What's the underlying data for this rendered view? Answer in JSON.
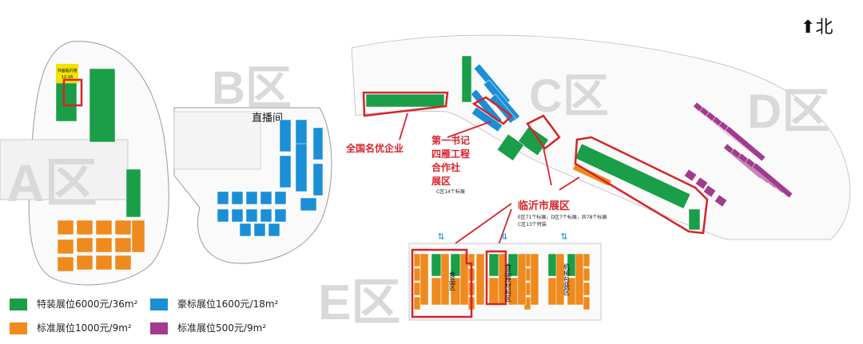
{
  "colors": {
    "special": "#1a9e48",
    "luxury": "#1b8fd6",
    "standard_orange": "#ee8a1e",
    "standard_purple": "#a23b8e",
    "highlight": "#d7232a",
    "zone_letter": "#d9d9d9",
    "yellow_tag": "#f3e400",
    "outline": "#9a9a9a"
  },
  "zones": {
    "a": "A区",
    "b": "B区",
    "c": "C区",
    "d": "D区",
    "e": "E区"
  },
  "north": {
    "label": "北",
    "icon": "north-arrow-icon"
  },
  "a_tag": {
    "line1": "书画临沂馆",
    "line2": "12-16"
  },
  "b_label": "直播间",
  "c_callouts": {
    "famous": "全国名优企业",
    "shuji_1": "第一书记",
    "shuji_2": "四雁工程",
    "shuji_3": "合作社",
    "shuji_4": "展区",
    "shuji_note": "C区14个标展"
  },
  "linyi": {
    "title": "临沂市展区",
    "note1": "E区71个标展，D区7个标展，共78个标展",
    "note2": "C区13个特装"
  },
  "e_labels": {
    "food": "食品区",
    "food_material": "食品原材料区",
    "machinery": "机械包装区"
  },
  "legend": [
    {
      "id": "special",
      "label": "特装展位6000元/36m²",
      "color": "#1a9e48"
    },
    {
      "id": "luxury",
      "label": "豪标展位1600元/18m²",
      "color": "#1b8fd6"
    },
    {
      "id": "standard-orange",
      "label": "标准展位1000元/9m²",
      "color": "#ee8a1e"
    },
    {
      "id": "standard-purple",
      "label": "标准展位500元/9m²",
      "color": "#a23b8e"
    }
  ]
}
